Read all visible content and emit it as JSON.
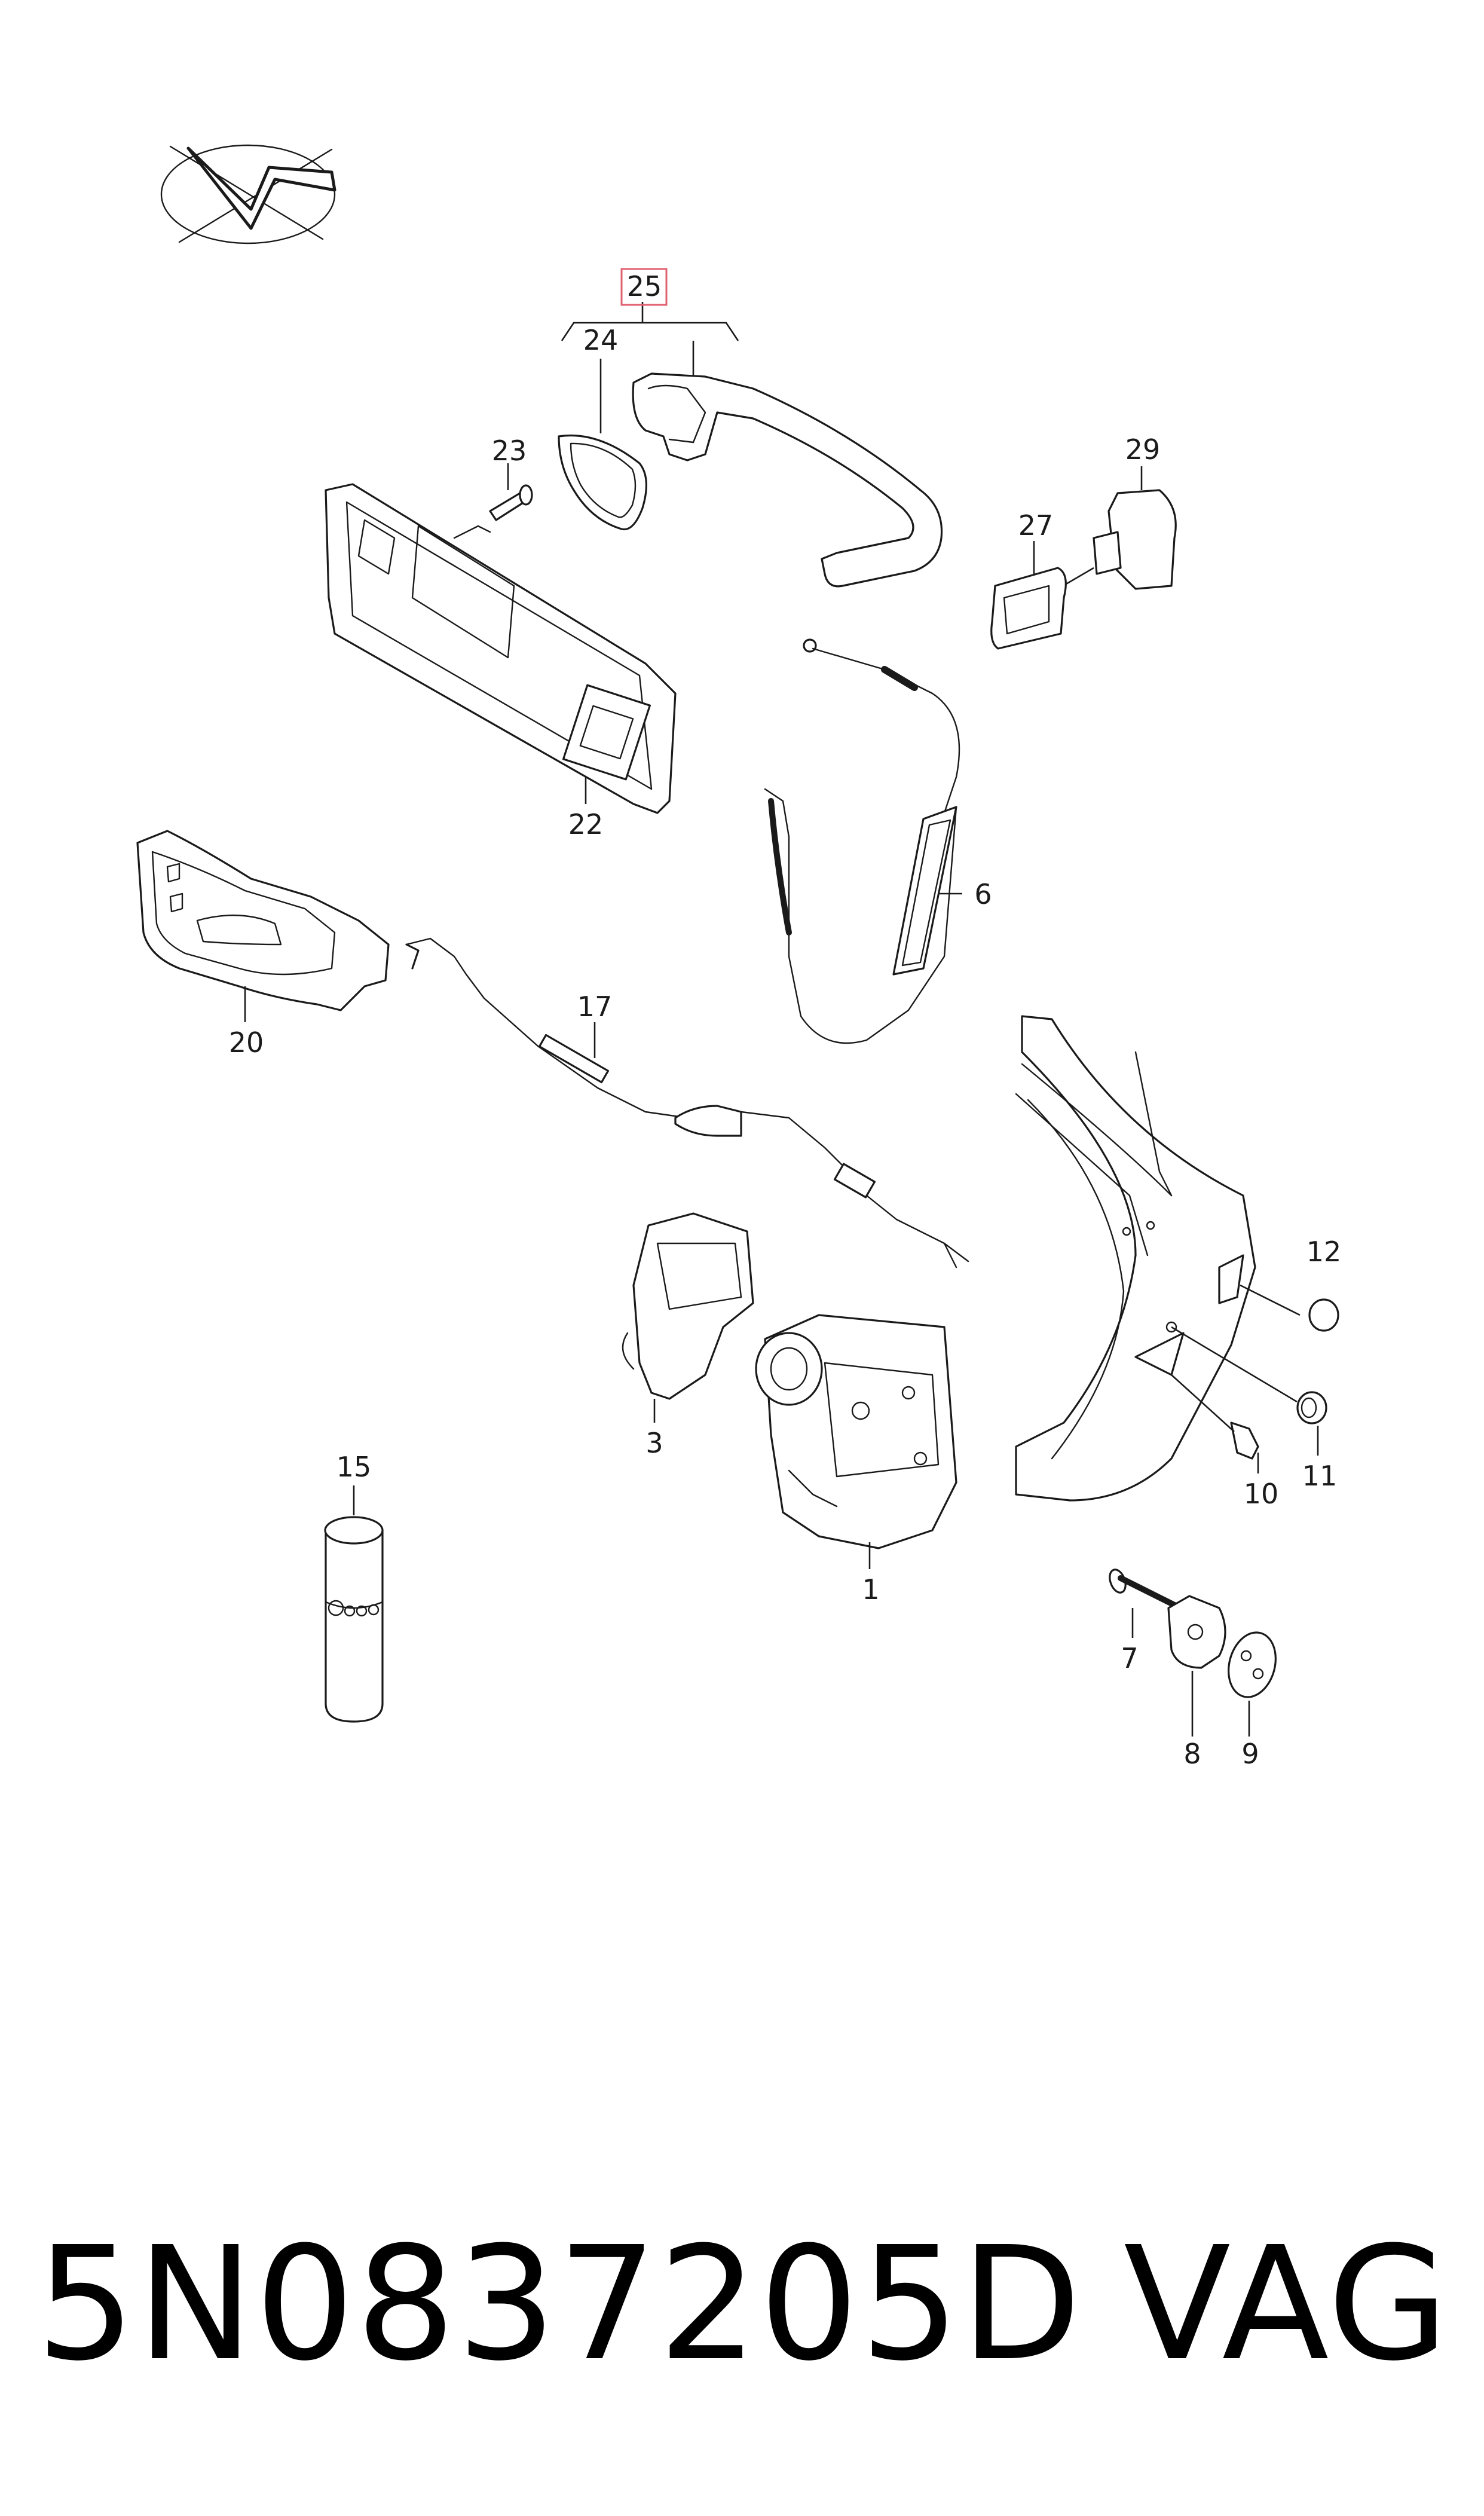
{
  "diagram": {
    "callouts": [
      {
        "id": "c25",
        "text": "25",
        "highlighted": true
      },
      {
        "id": "c24",
        "text": "24"
      },
      {
        "id": "c23",
        "text": "23"
      },
      {
        "id": "c29",
        "text": "29"
      },
      {
        "id": "c27",
        "text": "27"
      },
      {
        "id": "c22",
        "text": "22"
      },
      {
        "id": "c6",
        "text": "6"
      },
      {
        "id": "c20",
        "text": "20"
      },
      {
        "id": "c17",
        "text": "17"
      },
      {
        "id": "c12",
        "text": "12"
      },
      {
        "id": "c3",
        "text": "3"
      },
      {
        "id": "c11",
        "text": "11"
      },
      {
        "id": "c10",
        "text": "10"
      },
      {
        "id": "c15",
        "text": "15"
      },
      {
        "id": "c1",
        "text": "1"
      },
      {
        "id": "c7",
        "text": "7"
      },
      {
        "id": "c8",
        "text": "8"
      },
      {
        "id": "c9",
        "text": "9"
      }
    ],
    "highlight_color": "#e06070"
  },
  "footer": {
    "part_number": "5N0837205D",
    "brand": "VAG"
  }
}
